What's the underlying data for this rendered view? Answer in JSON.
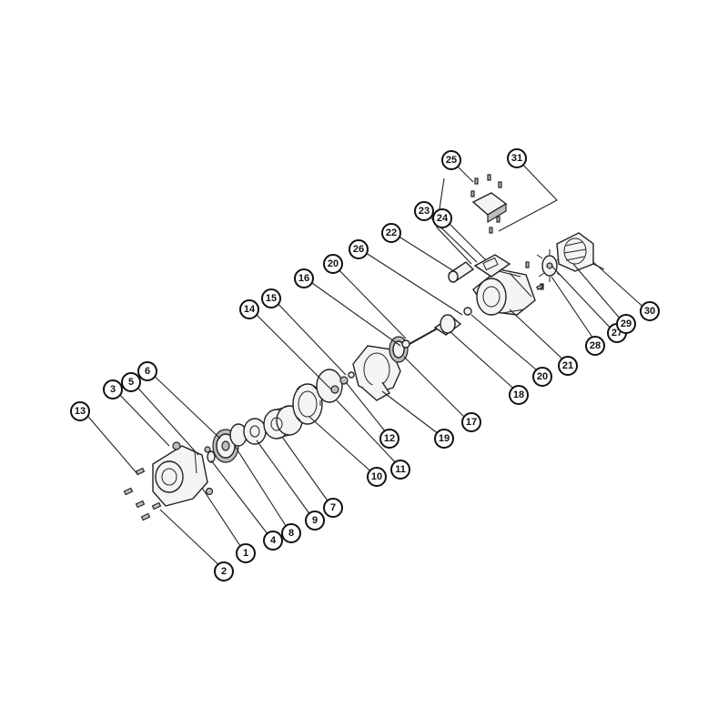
{
  "diagram": {
    "callouts": [
      "1",
      "2",
      "3",
      "4",
      "5",
      "6",
      "7",
      "8",
      "9",
      "10",
      "11",
      "12",
      "13",
      "14",
      "15",
      "16",
      "17",
      "18",
      "19",
      "20",
      "20",
      "21",
      "22",
      "23",
      "24",
      "25",
      "26",
      "27",
      "28",
      "29",
      "30",
      "31"
    ]
  }
}
